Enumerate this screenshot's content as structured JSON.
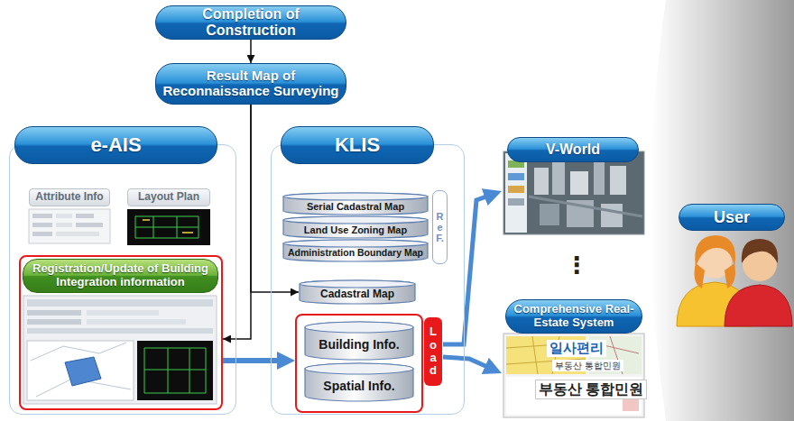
{
  "diagram": {
    "nodes": [
      {
        "text": [
          "Completion of Construction"
        ]
      },
      {
        "text": [
          "Result Map of Reconnaissance Surveying"
        ]
      },
      {
        "text": [
          "e-AIS"
        ]
      },
      {
        "text": [
          "Attribute Info"
        ],
        "in": 2
      },
      {
        "text": [
          "Layout Plan"
        ],
        "in": 2
      },
      {
        "text": [
          "Registration/Update of Building Integration information"
        ],
        "in": 2
      },
      {
        "text": [
          "KLIS"
        ]
      },
      {
        "text": [
          "Serial Cadastral Map"
        ],
        "in": 6
      },
      {
        "text": [
          "Land Use Zoning Map"
        ],
        "in": 6
      },
      {
        "text": [
          "Administration Boundary Map"
        ],
        "in": 6
      },
      {
        "text": [
          "ReF."
        ],
        "in": 6
      },
      {
        "text": [
          "Cadastral Map"
        ],
        "in": 6
      },
      {
        "text": [
          "Load"
        ],
        "in": 6
      },
      {
        "text": [
          "Building Info."
        ],
        "in": 12
      },
      {
        "text": [
          "Spatial Info."
        ],
        "in": 12
      },
      {
        "text": [
          "V-World"
        ]
      },
      {
        "text": [
          "Comprehensive Real-Estate System"
        ]
      },
      {
        "text": [
          "User"
        ]
      }
    ],
    "edges": [
      {
        "from": 0,
        "to": 1,
        "arrow": "to"
      },
      {
        "from": 1,
        "to": 5,
        "arrow": "to"
      },
      {
        "from": 1,
        "to": 11,
        "arrow": "to"
      },
      {
        "from": 5,
        "to": 12,
        "arrow": "to"
      },
      {
        "from": 12,
        "to": 15,
        "arrow": "to"
      },
      {
        "from": 12,
        "to": 16,
        "arrow": "to"
      }
    ],
    "labels": [
      "⋮",
      "일사편리",
      "부동산 통합민원",
      "부동산 통합민원"
    ]
  }
}
